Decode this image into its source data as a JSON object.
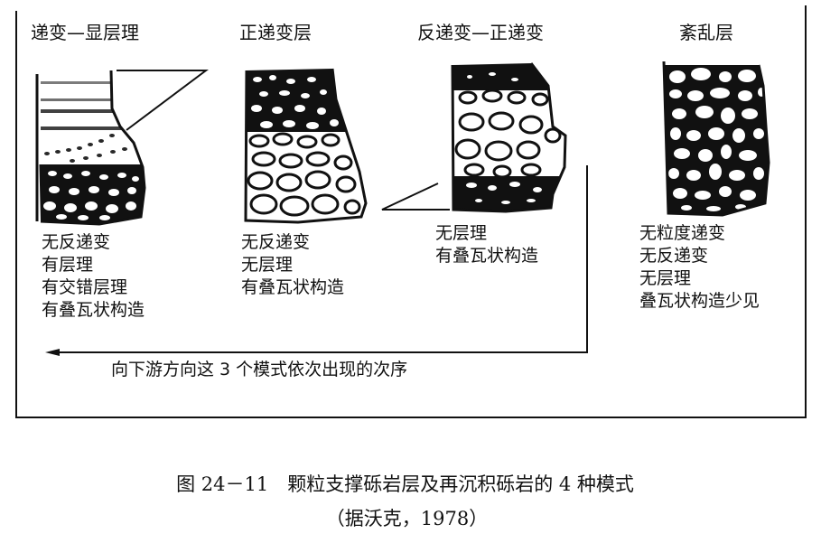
{
  "models": [
    {
      "title": "递变—显层理",
      "features": [
        "无反递变",
        "有层理",
        "有交错层理",
        "有叠瓦状构造"
      ]
    },
    {
      "title": "正递变层",
      "features": [
        "无反递变",
        "无层理",
        "有叠瓦状构造"
      ]
    },
    {
      "title": "反递变—正递变",
      "features": [
        "无层理",
        "有叠瓦状构造"
      ]
    },
    {
      "title": "紊乱层",
      "features": [
        "无粒度递变",
        "无反递变",
        "无层理",
        "叠瓦状构造少见"
      ]
    }
  ],
  "sequence_arrow": {
    "label": "向下游方向这 3 个模式依次出现的次序",
    "direction": "left"
  },
  "caption": {
    "line1": "图 24－11　颗粒支撑砾岩层及再沉积砾岩的 4 种模式",
    "line2": "（据沃克，1978）"
  }
}
